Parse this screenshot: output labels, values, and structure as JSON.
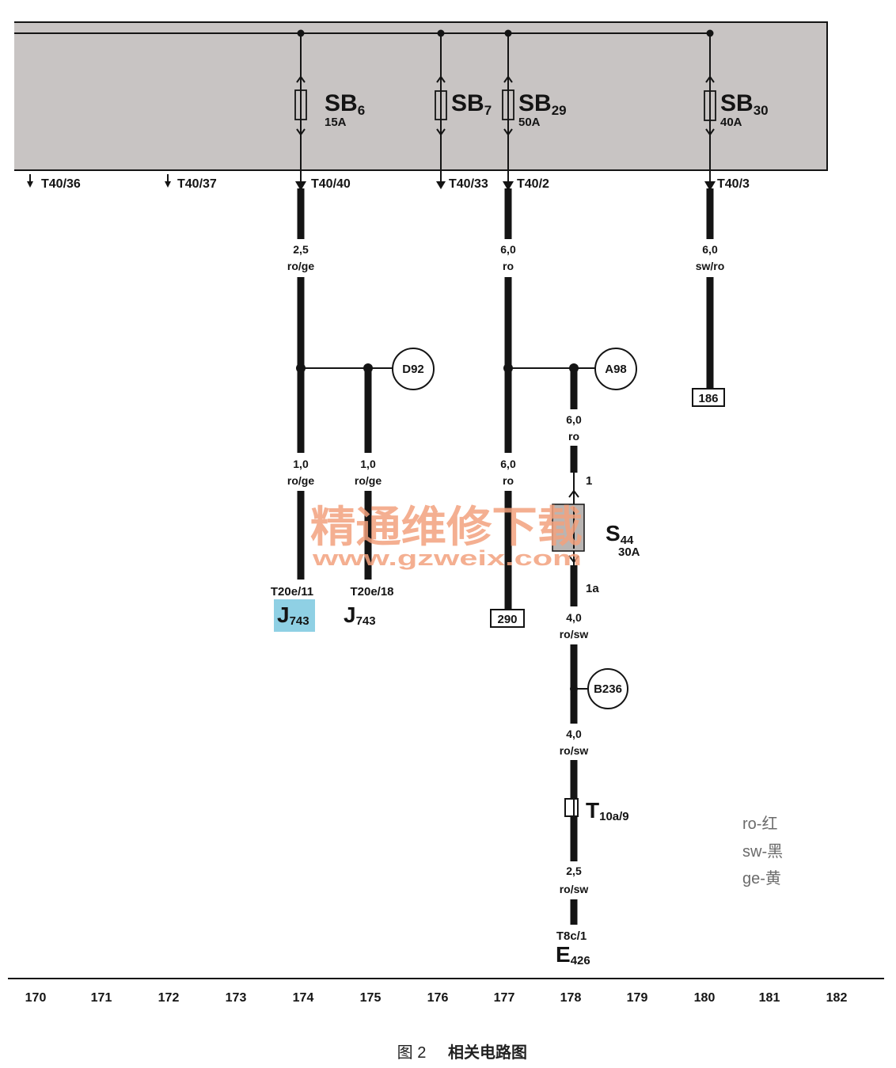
{
  "fuse_box": {
    "fuses": {
      "sb6": {
        "label": "SB",
        "sub": "6",
        "rating": "15A"
      },
      "sb7": {
        "label": "SB",
        "sub": "7"
      },
      "sb29": {
        "label": "SB",
        "sub": "29",
        "rating": "50A"
      },
      "sb30": {
        "label": "SB",
        "sub": "30",
        "rating": "40A"
      }
    },
    "connectors": {
      "t40_36": "T40/36",
      "t40_37": "T40/37",
      "t40_40": "T40/40",
      "t40_33": "T40/33",
      "t40_2": "T40/2",
      "t40_3": "T40/3"
    }
  },
  "wires": {
    "col174_upper": {
      "gauge": "2,5",
      "color": "ro/ge"
    },
    "col174_lower": {
      "gauge": "1,0",
      "color": "ro/ge"
    },
    "col175": {
      "gauge": "1,0",
      "color": "ro/ge"
    },
    "col177_upper": {
      "gauge": "6,0",
      "color": "ro"
    },
    "col177_lower": {
      "gauge": "6,0",
      "color": "ro"
    },
    "col178_a": {
      "gauge": "6,0",
      "color": "ro"
    },
    "col178_b": {
      "gauge": "4,0",
      "color": "ro/sw"
    },
    "col178_c": {
      "gauge": "4,0",
      "color": "ro/sw"
    },
    "col178_d": {
      "gauge": "2,5",
      "color": "ro/sw"
    },
    "col180": {
      "gauge": "6,0",
      "color": "sw/ro"
    }
  },
  "splices": {
    "d92": "D92",
    "a98": "A98",
    "b236": "B236"
  },
  "page_refs": {
    "r186": "186",
    "r290": "290"
  },
  "fuse_s44": {
    "label": "S",
    "sub": "44",
    "rating": "30A",
    "pin_in": "1",
    "pin_out": "1a"
  },
  "connector_t10a": {
    "label": "T",
    "sub": "10a/9"
  },
  "endpoints": {
    "j743_pin11": {
      "pin": "T20e/11",
      "label": "J",
      "sub": "743"
    },
    "j743_pin18": {
      "pin": "T20e/18",
      "label": "J",
      "sub": "743"
    },
    "e426": {
      "pin": "T8c/1",
      "label": "E",
      "sub": "426"
    }
  },
  "watermark": {
    "title": "精通维修下载",
    "url": "www.gzweix.com"
  },
  "legend": [
    "ro-红",
    "sw-黑",
    "ge-黄"
  ],
  "grid_numbers": [
    "170",
    "171",
    "172",
    "173",
    "174",
    "175",
    "176",
    "177",
    "178",
    "179",
    "180",
    "181",
    "182"
  ],
  "caption": {
    "figure": "图 2",
    "title": "相关电路图"
  },
  "colors": {
    "fuse_box": "#c8c4c3",
    "highlight": "#8fd0e4",
    "watermark": "#f3a27e",
    "legend_text": "#6b6b6b",
    "s44_fill": "#b9b5b3"
  }
}
